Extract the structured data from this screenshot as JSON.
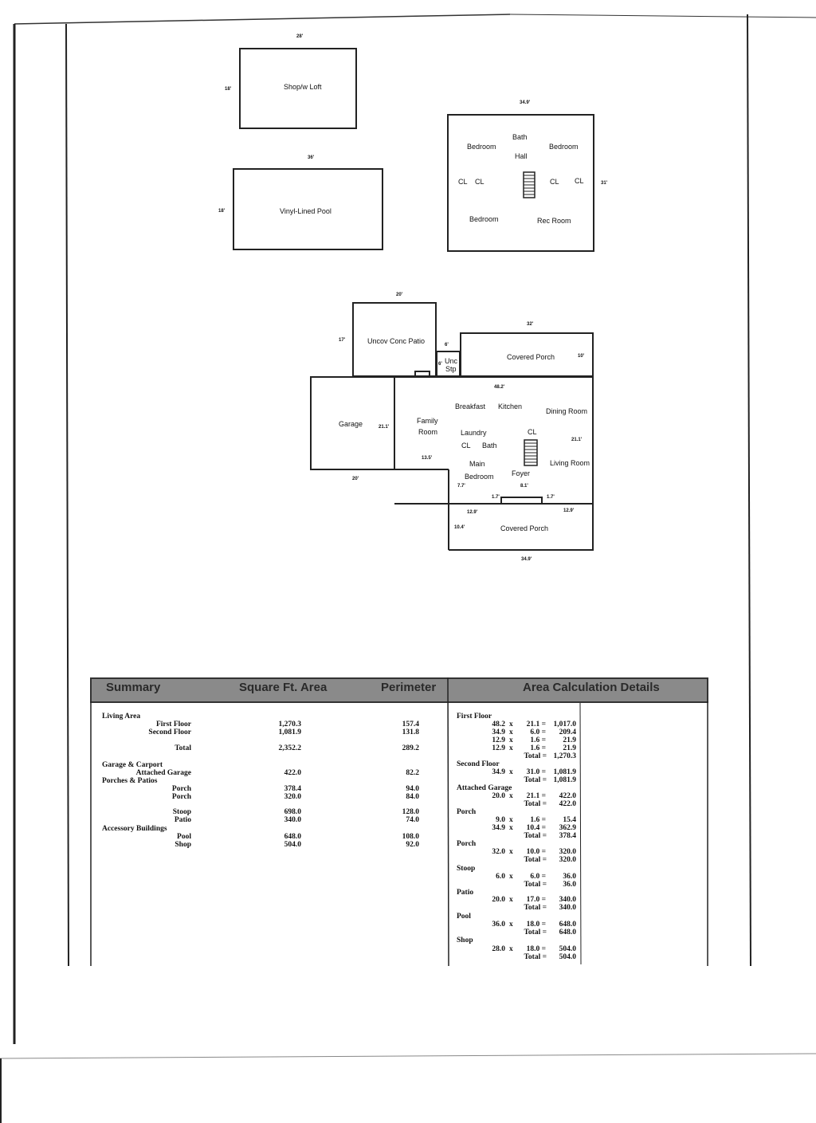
{
  "floor_plans": {
    "shop": {
      "label": "Shop/w Loft",
      "width_dim": "28'",
      "depth_dim": "18'"
    },
    "pool": {
      "label": "Vinyl-Lined Pool",
      "width_dim": "36'",
      "depth_dim": "18'"
    },
    "second_floor": {
      "width_dim": "34.9'",
      "depth_dim": "31'",
      "rooms": {
        "bath": "Bath",
        "hall": "Hall",
        "bedroom_left": "Bedroom",
        "bedroom_right": "Bedroom",
        "cl1": "CL",
        "cl2": "CL",
        "cl3": "CL",
        "cl4": "CL",
        "bedroom_bottom": "Bedroom",
        "rec_room": "Rec Room"
      }
    },
    "first_floor": {
      "patio": {
        "label": "Uncov Conc Patio",
        "width_dim": "20'",
        "depth_dim": "17'"
      },
      "stoop": {
        "label_1": "Unc",
        "label_2": "Stp",
        "width_dim": "6'",
        "depth_dim": "6'"
      },
      "covered_porch_top": {
        "label": "Covered Porch",
        "width_dim": "32'",
        "depth_dim": "10'"
      },
      "garage": {
        "label": "Garage",
        "width_dim": "20'",
        "depth_dim": "21.1'"
      },
      "house_width": "48.2'",
      "rooms": {
        "breakfast": "Breakfast",
        "kitchen": "Kitchen",
        "dining": "Dining Room",
        "family_1": "Family",
        "family_2": "Room",
        "laundry": "Laundry",
        "cl_a": "CL",
        "cl_b": "CL",
        "bath": "Bath",
        "main_1": "Main",
        "main_2": "Bedroom",
        "foyer": "Foyer",
        "living": "Living Room"
      },
      "dims": {
        "d_135": "13.5'",
        "d_77": "7.7'",
        "d_81": "8.1'",
        "d_17a": "1.7'",
        "d_17b": "1.7'",
        "d_211": "21.1'",
        "d_129a": "12.9'",
        "d_129b": "12.9'",
        "d_104": "10.4'"
      },
      "covered_porch_bottom": {
        "label": "Covered Porch",
        "width_dim": "34.9'"
      }
    }
  },
  "summary_table": {
    "headers": {
      "summary": "Summary",
      "area": "Square Ft. Area",
      "perimeter": "Perimeter",
      "details": "Area Calculation Details"
    },
    "rows": [
      {
        "l1": "Living Area",
        "l2": "",
        "area": "",
        "perim": ""
      },
      {
        "l1": "",
        "l2": "First Floor",
        "area": "1,270.3",
        "perim": "157.4"
      },
      {
        "l1": "",
        "l2": "Second Floor",
        "area": "1,081.9",
        "perim": "131.8"
      },
      {
        "l1": "",
        "l2": "Total",
        "area": "2,352.2",
        "perim": "289.2"
      },
      {
        "l1": "Garage & Carport",
        "l2": "",
        "area": "",
        "perim": ""
      },
      {
        "l1": "",
        "l2": "Attached Garage",
        "area": "422.0",
        "perim": "82.2"
      },
      {
        "l1": "Porches & Patios",
        "l2": "",
        "area": "",
        "perim": ""
      },
      {
        "l1": "",
        "l2": "Porch",
        "area": "378.4",
        "perim": "94.0"
      },
      {
        "l1": "",
        "l2": "Porch",
        "area": "320.0",
        "perim": "84.0"
      },
      {
        "l1": "",
        "l2": "Stoop",
        "area": "698.0",
        "perim": "128.0"
      },
      {
        "l1": "",
        "l2": "Patio",
        "area": "340.0",
        "perim": "74.0"
      },
      {
        "l1": "Accessory Buildings",
        "l2": "",
        "area": "",
        "perim": ""
      },
      {
        "l1": "",
        "l2": "Pool",
        "area": "648.0",
        "perim": "108.0"
      },
      {
        "l1": "",
        "l2": "Shop",
        "area": "504.0",
        "perim": "92.0"
      }
    ],
    "details": [
      {
        "h": "First Floor"
      },
      {
        "a": "48.2",
        "x": "x",
        "b": "21.1 =",
        "r": "1,017.0"
      },
      {
        "a": "34.9",
        "x": "x",
        "b": "6.0 =",
        "r": "209.4"
      },
      {
        "a": "12.9",
        "x": "x",
        "b": "1.6 =",
        "r": "21.9"
      },
      {
        "a": "12.9",
        "x": "x",
        "b": "1.6 =",
        "r": "21.9"
      },
      {
        "t": "Total =",
        "r": "1,270.3"
      },
      {
        "h": "Second Floor"
      },
      {
        "a": "34.9",
        "x": "x",
        "b": "31.0 =",
        "r": "1,081.9"
      },
      {
        "t": "Total =",
        "r": "1,081.9"
      },
      {
        "h": "Attached Garage"
      },
      {
        "a": "20.0",
        "x": "x",
        "b": "21.1 =",
        "r": "422.0"
      },
      {
        "t": "Total =",
        "r": "422.0"
      },
      {
        "h": "Porch"
      },
      {
        "a": "9.0",
        "x": "x",
        "b": "1.6 =",
        "r": "15.4"
      },
      {
        "a": "34.9",
        "x": "x",
        "b": "10.4 =",
        "r": "362.9"
      },
      {
        "t": "Total =",
        "r": "378.4"
      },
      {
        "h": "Porch"
      },
      {
        "a": "32.0",
        "x": "x",
        "b": "10.0 =",
        "r": "320.0"
      },
      {
        "t": "Total =",
        "r": "320.0"
      },
      {
        "h": "Stoop"
      },
      {
        "a": "6.0",
        "x": "x",
        "b": "6.0 =",
        "r": "36.0"
      },
      {
        "t": "Total =",
        "r": "36.0"
      },
      {
        "h": "Patio"
      },
      {
        "a": "20.0",
        "x": "x",
        "b": "17.0 =",
        "r": "340.0"
      },
      {
        "t": "Total =",
        "r": "340.0"
      },
      {
        "h": "Pool"
      },
      {
        "a": "36.0",
        "x": "x",
        "b": "18.0 =",
        "r": "648.0"
      },
      {
        "t": "Total =",
        "r": "648.0"
      },
      {
        "h": "Shop"
      },
      {
        "a": "28.0",
        "x": "x",
        "b": "18.0 =",
        "r": "504.0"
      },
      {
        "t": "Total =",
        "r": "504.0"
      }
    ]
  }
}
